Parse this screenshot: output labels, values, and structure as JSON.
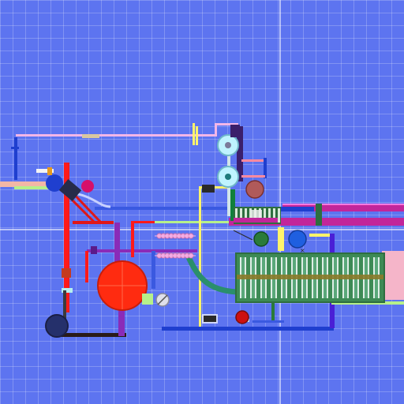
{
  "view": {
    "type": "top-down factory layout editor",
    "grid": true,
    "background_color": "#5d74f0",
    "grid_color": "#ffffff",
    "crosshair": true
  },
  "palette": {
    "pipe_red": "#ff1a1a",
    "pipe_purple": "#9a2bd0",
    "pipe_magenta": "#c2269a",
    "pipe_blue": "#1f3fcf",
    "pipe_yellow": "#fff36b",
    "pipe_green": "#2a8f6c",
    "pipe_pink": "#f3b6e8",
    "tank_red": "#ff2b10",
    "tank_cyan": "#bff3ff",
    "tank_navy": "#25306b",
    "panel_green": "#2e6e3f",
    "panel_pink": "#f5b5c9"
  },
  "components": [
    {
      "id": "storage-tank-large",
      "icon": "tank-icon",
      "color": "tank_red"
    },
    {
      "id": "pressure-tank-top",
      "icon": "tank-icon",
      "color": "tank_cyan"
    },
    {
      "id": "pressure-tank-bottom",
      "icon": "tank-icon",
      "color": "tank_cyan"
    },
    {
      "id": "pump-valve",
      "icon": "valve-icon",
      "color": "pipe_magenta"
    },
    {
      "id": "reactor-array",
      "icon": "battery-bank-icon",
      "color": "panel_green"
    },
    {
      "id": "heat-exchanger",
      "icon": "coil-icon",
      "color": "pipe_pink"
    }
  ]
}
